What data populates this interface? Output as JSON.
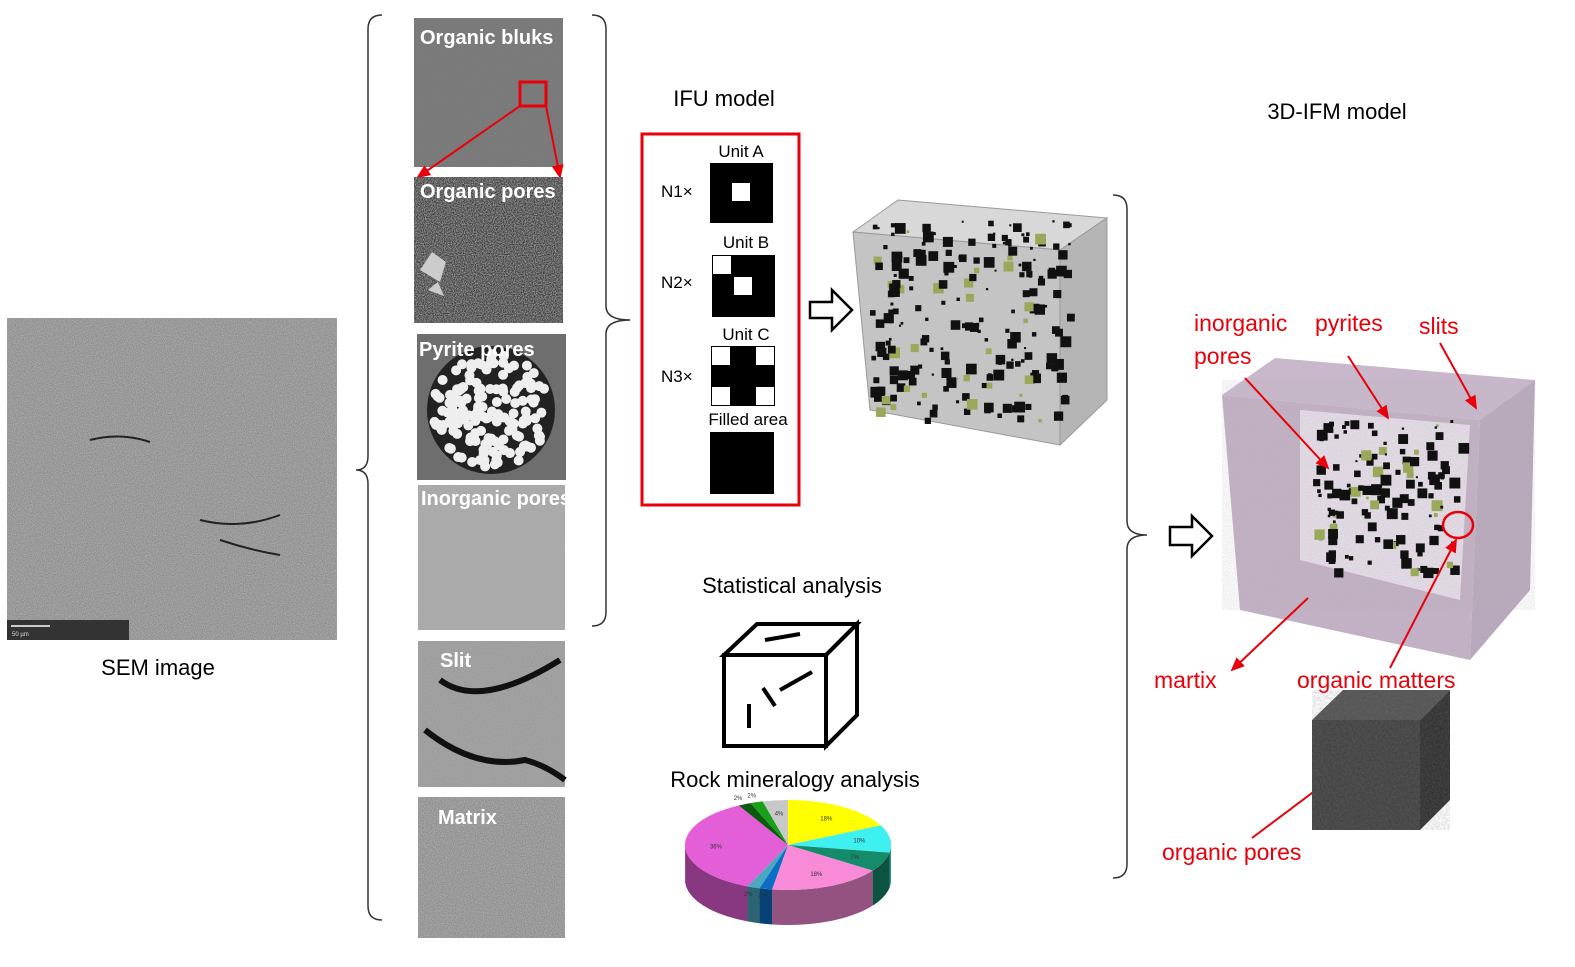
{
  "sem": {
    "label": "SEM image",
    "scale_bar": "50 µm"
  },
  "components": [
    {
      "label": "Organic bluks"
    },
    {
      "label": "Organic pores"
    },
    {
      "label": "Pyrite pores"
    },
    {
      "label": "Inorganic pores"
    },
    {
      "label": "Slit"
    },
    {
      "label": "Matrix"
    }
  ],
  "ifu": {
    "title": "IFU model",
    "units": [
      {
        "name": "Unit A",
        "multiplier": "N1×"
      },
      {
        "name": "Unit B",
        "multiplier": "N2×"
      },
      {
        "name": "Unit C",
        "multiplier": "N3×"
      }
    ],
    "filled_area": "Filled area"
  },
  "statistical": {
    "title": "Statistical analysis"
  },
  "mineralogy": {
    "title": "Rock mineralogy analysis",
    "chart_data": {
      "type": "pie",
      "values": [
        18,
        10,
        7,
        18,
        2,
        2,
        36,
        2,
        2,
        4
      ],
      "labels": [
        "18%",
        "10%",
        "7%",
        "18%",
        "2%",
        "2%",
        "36%",
        "2%",
        "2%",
        "4%"
      ],
      "colors": [
        "#ffff00",
        "#3ff0f0",
        "#148c6c",
        "#f88ad8",
        "#0a6ec4",
        "#4aa8c0",
        "#e45ed8",
        "#0c5a10",
        "#18a018",
        "#c8c8c8"
      ]
    }
  },
  "ifm": {
    "title": "3D-IFM model",
    "labels": {
      "inorganic_pores_1": "inorganic",
      "inorganic_pores_2": "pores",
      "pyrites": "pyrites",
      "slits": "slits",
      "matrix": "martix",
      "organic_matters": "organic matters",
      "organic_pores": "organic pores"
    }
  },
  "colors": {
    "annotation": "#e8000b",
    "pyrite": "#9aa85a"
  }
}
